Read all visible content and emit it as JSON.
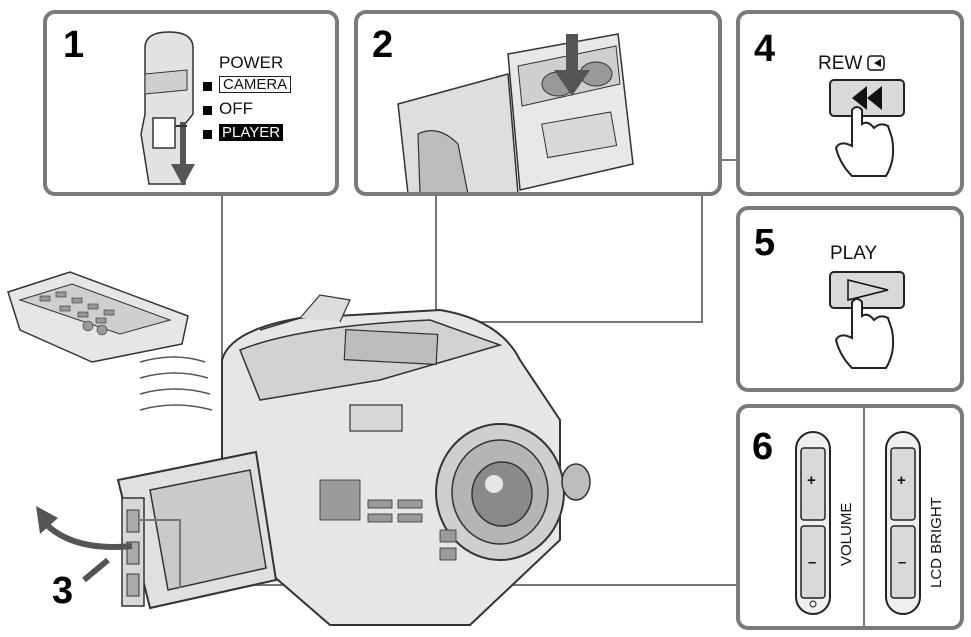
{
  "steps": {
    "s1": {
      "number": "1",
      "power": "POWER",
      "camera": "CAMERA",
      "off": "OFF",
      "player": "PLAYER"
    },
    "s2": {
      "number": "2"
    },
    "s3": {
      "number": "3"
    },
    "s4": {
      "number": "4",
      "label": "REW"
    },
    "s5": {
      "number": "5",
      "label": "PLAY"
    },
    "s6": {
      "number": "6",
      "volume": "VOLUME",
      "lcd": "LCD BRIGHT",
      "plus": "+",
      "minus": "–"
    }
  },
  "colors": {
    "panel_border": "#7a7a7a",
    "button_fill": "#d9d9d9",
    "body_fill": "#e6e6e6"
  }
}
